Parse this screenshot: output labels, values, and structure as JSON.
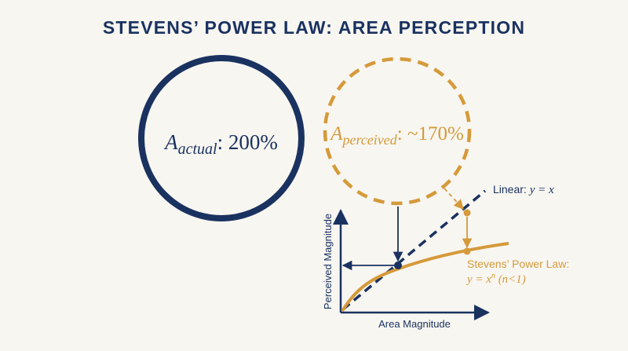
{
  "title": "STEVENS’ POWER LAW: AREA PERCEPTION",
  "colors": {
    "navy": "#1a3260",
    "gold": "#d59a3a",
    "background": "#f8f6f1"
  },
  "actual_circle": {
    "symbol": "A",
    "subscript": "actual",
    "value": ": 200%"
  },
  "perceived_circle": {
    "symbol": "A",
    "subscript": "perceived",
    "value": ": ~170%"
  },
  "graph": {
    "x_axis_label": "Area Magnitude",
    "y_axis_label": "Perceived Magnitude",
    "linear_label_prefix": "Linear: ",
    "linear_label_eq": "y = x",
    "power_label_line1": "Stevens’ Power Law:",
    "power_label_eq_base": "y = x",
    "power_label_eq_exp": "n",
    "power_label_eq_cond": " (n<1)"
  }
}
